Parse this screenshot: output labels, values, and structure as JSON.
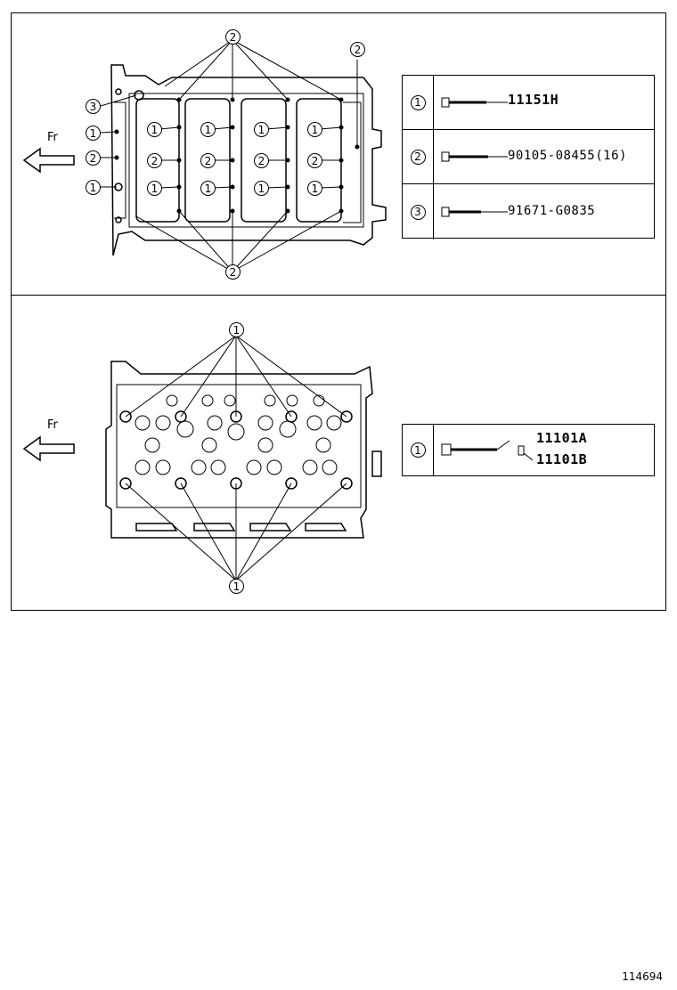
{
  "top_panel": {
    "direction_label": "Fr",
    "callouts_diagram": [
      "2",
      "2",
      "3",
      "1",
      "2",
      "1",
      "2"
    ],
    "row_labels": [
      "1",
      "1",
      "1",
      "1",
      "2",
      "2",
      "2",
      "2",
      "1",
      "1",
      "1",
      "1"
    ],
    "legend": [
      {
        "index": "1",
        "part": "11151H"
      },
      {
        "index": "2",
        "part": "90105-08455(16)"
      },
      {
        "index": "3",
        "part": "91671-G0835"
      }
    ]
  },
  "bottom_panel": {
    "direction_label": "Fr",
    "callouts_diagram": [
      "1",
      "1"
    ],
    "legend": [
      {
        "index": "1",
        "parts": [
          "11101A",
          "11101B"
        ]
      }
    ]
  },
  "footer": {
    "code": "114694"
  }
}
